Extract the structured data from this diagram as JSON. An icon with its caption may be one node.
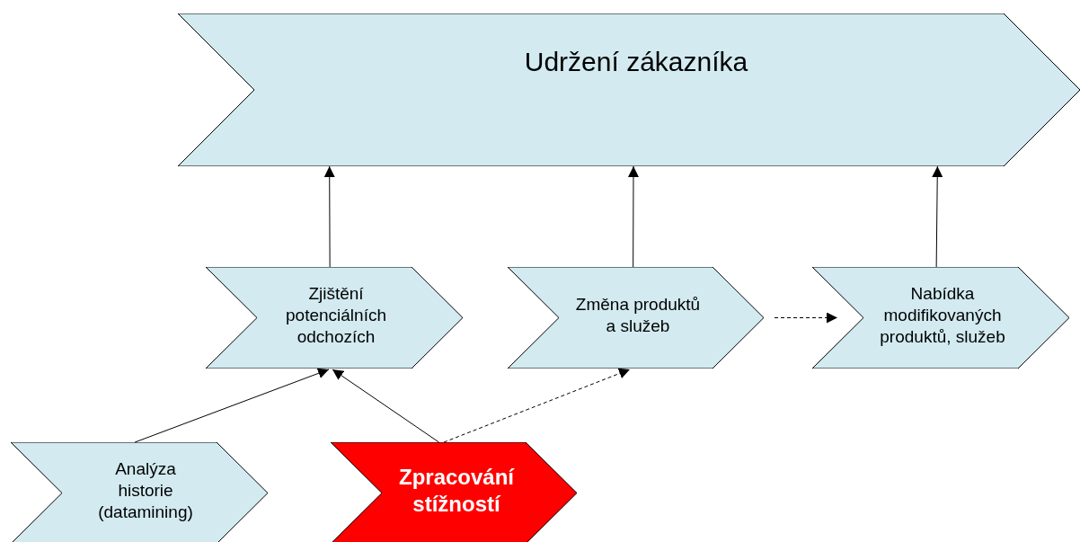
{
  "diagram": {
    "nodes": [
      {
        "text": [
          "Udržení zákazníka"
        ]
      },
      {
        "text": [
          "Zjištění potenciálních odchozích"
        ]
      },
      {
        "text": [
          "Změna produktů a služeb"
        ]
      },
      {
        "text": [
          "Nabídka modifikovaných produktů, služeb"
        ]
      },
      {
        "text": [
          "Analýza historie (datamining)"
        ]
      },
      {
        "text": [
          "Zpracování stížností"
        ]
      }
    ],
    "edges": [
      {
        "from": 1,
        "to": 0,
        "arrow": "to"
      },
      {
        "from": 2,
        "to": 0,
        "arrow": "to"
      },
      {
        "from": 3,
        "to": 0,
        "arrow": "to"
      },
      {
        "from": 4,
        "to": 1,
        "arrow": "to"
      },
      {
        "from": 5,
        "to": 1,
        "arrow": "to"
      },
      {
        "from": 5,
        "to": 2,
        "arrow": "to",
        "style": "dashed"
      },
      {
        "from": 2,
        "to": 3,
        "arrow": "to",
        "style": "dashed"
      }
    ]
  }
}
